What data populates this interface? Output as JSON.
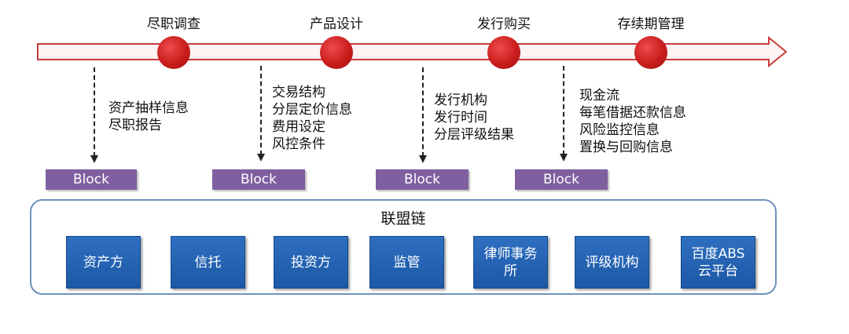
{
  "stages": [
    {
      "label": "尽职调查",
      "info": [
        "资产抽样信息",
        "尽职报告"
      ]
    },
    {
      "label": "产品设计",
      "info": [
        "交易结构",
        "分层定价信息",
        "费用设定",
        "风控条件"
      ]
    },
    {
      "label": "发行购买",
      "info": [
        "发行机构",
        "发行时间",
        "分层评级结果"
      ]
    },
    {
      "label": "存续期管理",
      "info": [
        "现金流",
        "每笔借据还款信息",
        "风险监控信息",
        "置换与回购信息"
      ]
    }
  ],
  "block_label": "Block",
  "blockchain": {
    "title": "联盟链",
    "parties": [
      "资产方",
      "信托",
      "投资方",
      "监管",
      "律师事务所",
      "评级机构",
      "百度ABS云平台"
    ]
  },
  "colors": {
    "arrow_fill": "#fdf3f3",
    "arrow_stroke": "#c93b3b",
    "stage_circle": "#c91d1d",
    "block": "#7f5fa0",
    "party": "#1f5fae",
    "chain_border": "#6f91bd"
  }
}
